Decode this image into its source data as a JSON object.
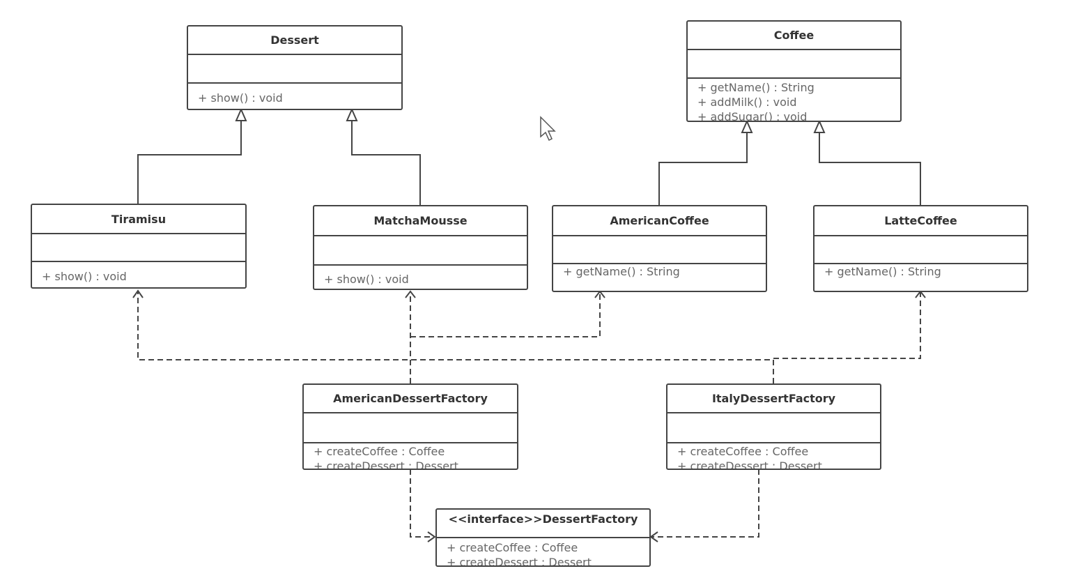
{
  "classes": {
    "dessert": {
      "name": "Dessert",
      "ops": [
        "+ show() : void"
      ]
    },
    "coffee": {
      "name": "Coffee",
      "ops": [
        "+ getName() : String",
        "+ addMilk() : void",
        "+ addSugar() : void"
      ]
    },
    "tiramisu": {
      "name": "Tiramisu",
      "ops": [
        "+ show() : void"
      ]
    },
    "matcha": {
      "name": "MatchaMousse",
      "ops": [
        "+ show() : void"
      ]
    },
    "american_coffee": {
      "name": "AmericanCoffee",
      "ops": [
        "+ getName() : String"
      ]
    },
    "latte": {
      "name": "LatteCoffee",
      "ops": [
        "+ getName() : String"
      ]
    },
    "american_factory": {
      "name": "AmericanDessertFactory",
      "ops": [
        "+ createCoffee : Coffee",
        "+ createDessert : Dessert"
      ]
    },
    "italy_factory": {
      "name": "ItalyDessertFactory",
      "ops": [
        "+ createCoffee : Coffee",
        "+ createDessert : Dessert"
      ]
    },
    "interface": {
      "name": "<<interface>>DessertFactory",
      "ops": [
        "+ createCoffee : Coffee",
        "+ createDessert : Dessert"
      ]
    }
  },
  "relations": [
    {
      "from": "Tiramisu",
      "to": "Dessert",
      "type": "generalization"
    },
    {
      "from": "MatchaMousse",
      "to": "Dessert",
      "type": "generalization"
    },
    {
      "from": "AmericanCoffee",
      "to": "Coffee",
      "type": "generalization"
    },
    {
      "from": "LatteCoffee",
      "to": "Coffee",
      "type": "generalization"
    },
    {
      "from": "AmericanDessertFactory",
      "to": "MatchaMousse",
      "type": "dependency"
    },
    {
      "from": "AmericanDessertFactory",
      "to": "AmericanCoffee",
      "type": "dependency"
    },
    {
      "from": "ItalyDessertFactory",
      "to": "Tiramisu",
      "type": "dependency"
    },
    {
      "from": "ItalyDessertFactory",
      "to": "LatteCoffee",
      "type": "dependency"
    },
    {
      "from": "AmericanDessertFactory",
      "to": "DessertFactory",
      "type": "realization"
    },
    {
      "from": "ItalyDessertFactory",
      "to": "DessertFactory",
      "type": "realization"
    }
  ],
  "colors": {
    "line": "#444444",
    "text": "#333333",
    "member_text": "#666666"
  },
  "cursor_icon": "mouse-pointer-icon"
}
